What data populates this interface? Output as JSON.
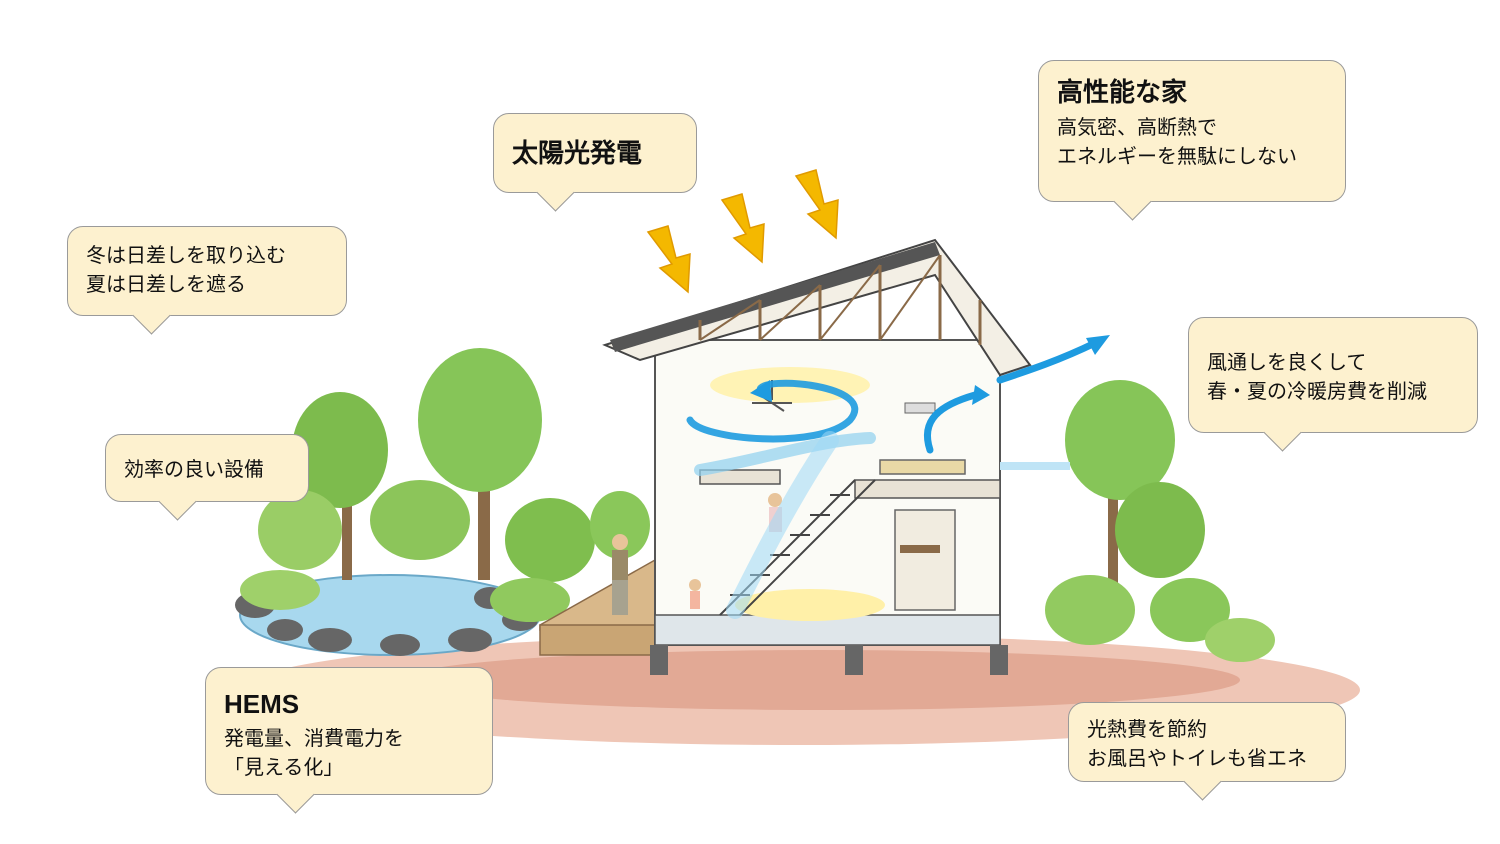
{
  "bubbles": {
    "solar": {
      "title": "太陽光発電"
    },
    "performance": {
      "title": "高性能な家",
      "lines": [
        "高気密、高断熱で",
        "エネルギーを無駄にしない"
      ]
    },
    "sunlight": {
      "lines": [
        "冬は日差しを取り込む",
        "夏は日差しを遮る"
      ]
    },
    "ventilation": {
      "lines": [
        "風通しを良くして",
        "春・夏の冷暖房費を削減"
      ]
    },
    "equipment": {
      "lines": [
        "効率の良い設備"
      ]
    },
    "hems": {
      "title": "HEMS",
      "lines": [
        "発電量、消費電力を",
        "「見える化」"
      ]
    },
    "utility": {
      "lines": [
        "光熱費を節約",
        "お風呂やトイレも省エネ"
      ]
    }
  },
  "colors": {
    "bubble_fill": "#fdf1cf",
    "bubble_border": "#9a9a9a",
    "sun_arrow": "#f2b400",
    "wind_arrow": "#1e9be0",
    "tree": "#7fbf4a",
    "ground": "#e9b8a6",
    "pond": "#9fd3ea"
  },
  "icons": [
    "sun-arrow-icon",
    "wind-arrow-icon",
    "ceiling-fan-icon"
  ]
}
